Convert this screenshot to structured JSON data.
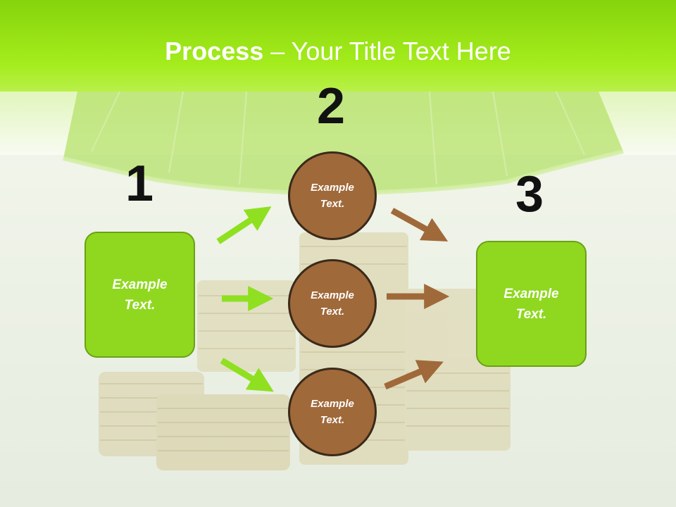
{
  "slide": {
    "title_bold": "Process",
    "title_rest": " – Your Title Text Here",
    "steps": [
      {
        "number": "1",
        "text": "Example\nText."
      },
      {
        "number": "2"
      },
      {
        "number": "3",
        "text": "Example\nText."
      }
    ],
    "circles": [
      {
        "text": "Example\nText."
      },
      {
        "text": "Example\nText."
      },
      {
        "text": "Example\nText."
      }
    ]
  },
  "colors": {
    "header_green": "#9be81a",
    "box_green": "#8fd81f",
    "circle_brown": "#a0693a",
    "arrow_green": "#8fe020",
    "arrow_brown": "#a0693a"
  }
}
